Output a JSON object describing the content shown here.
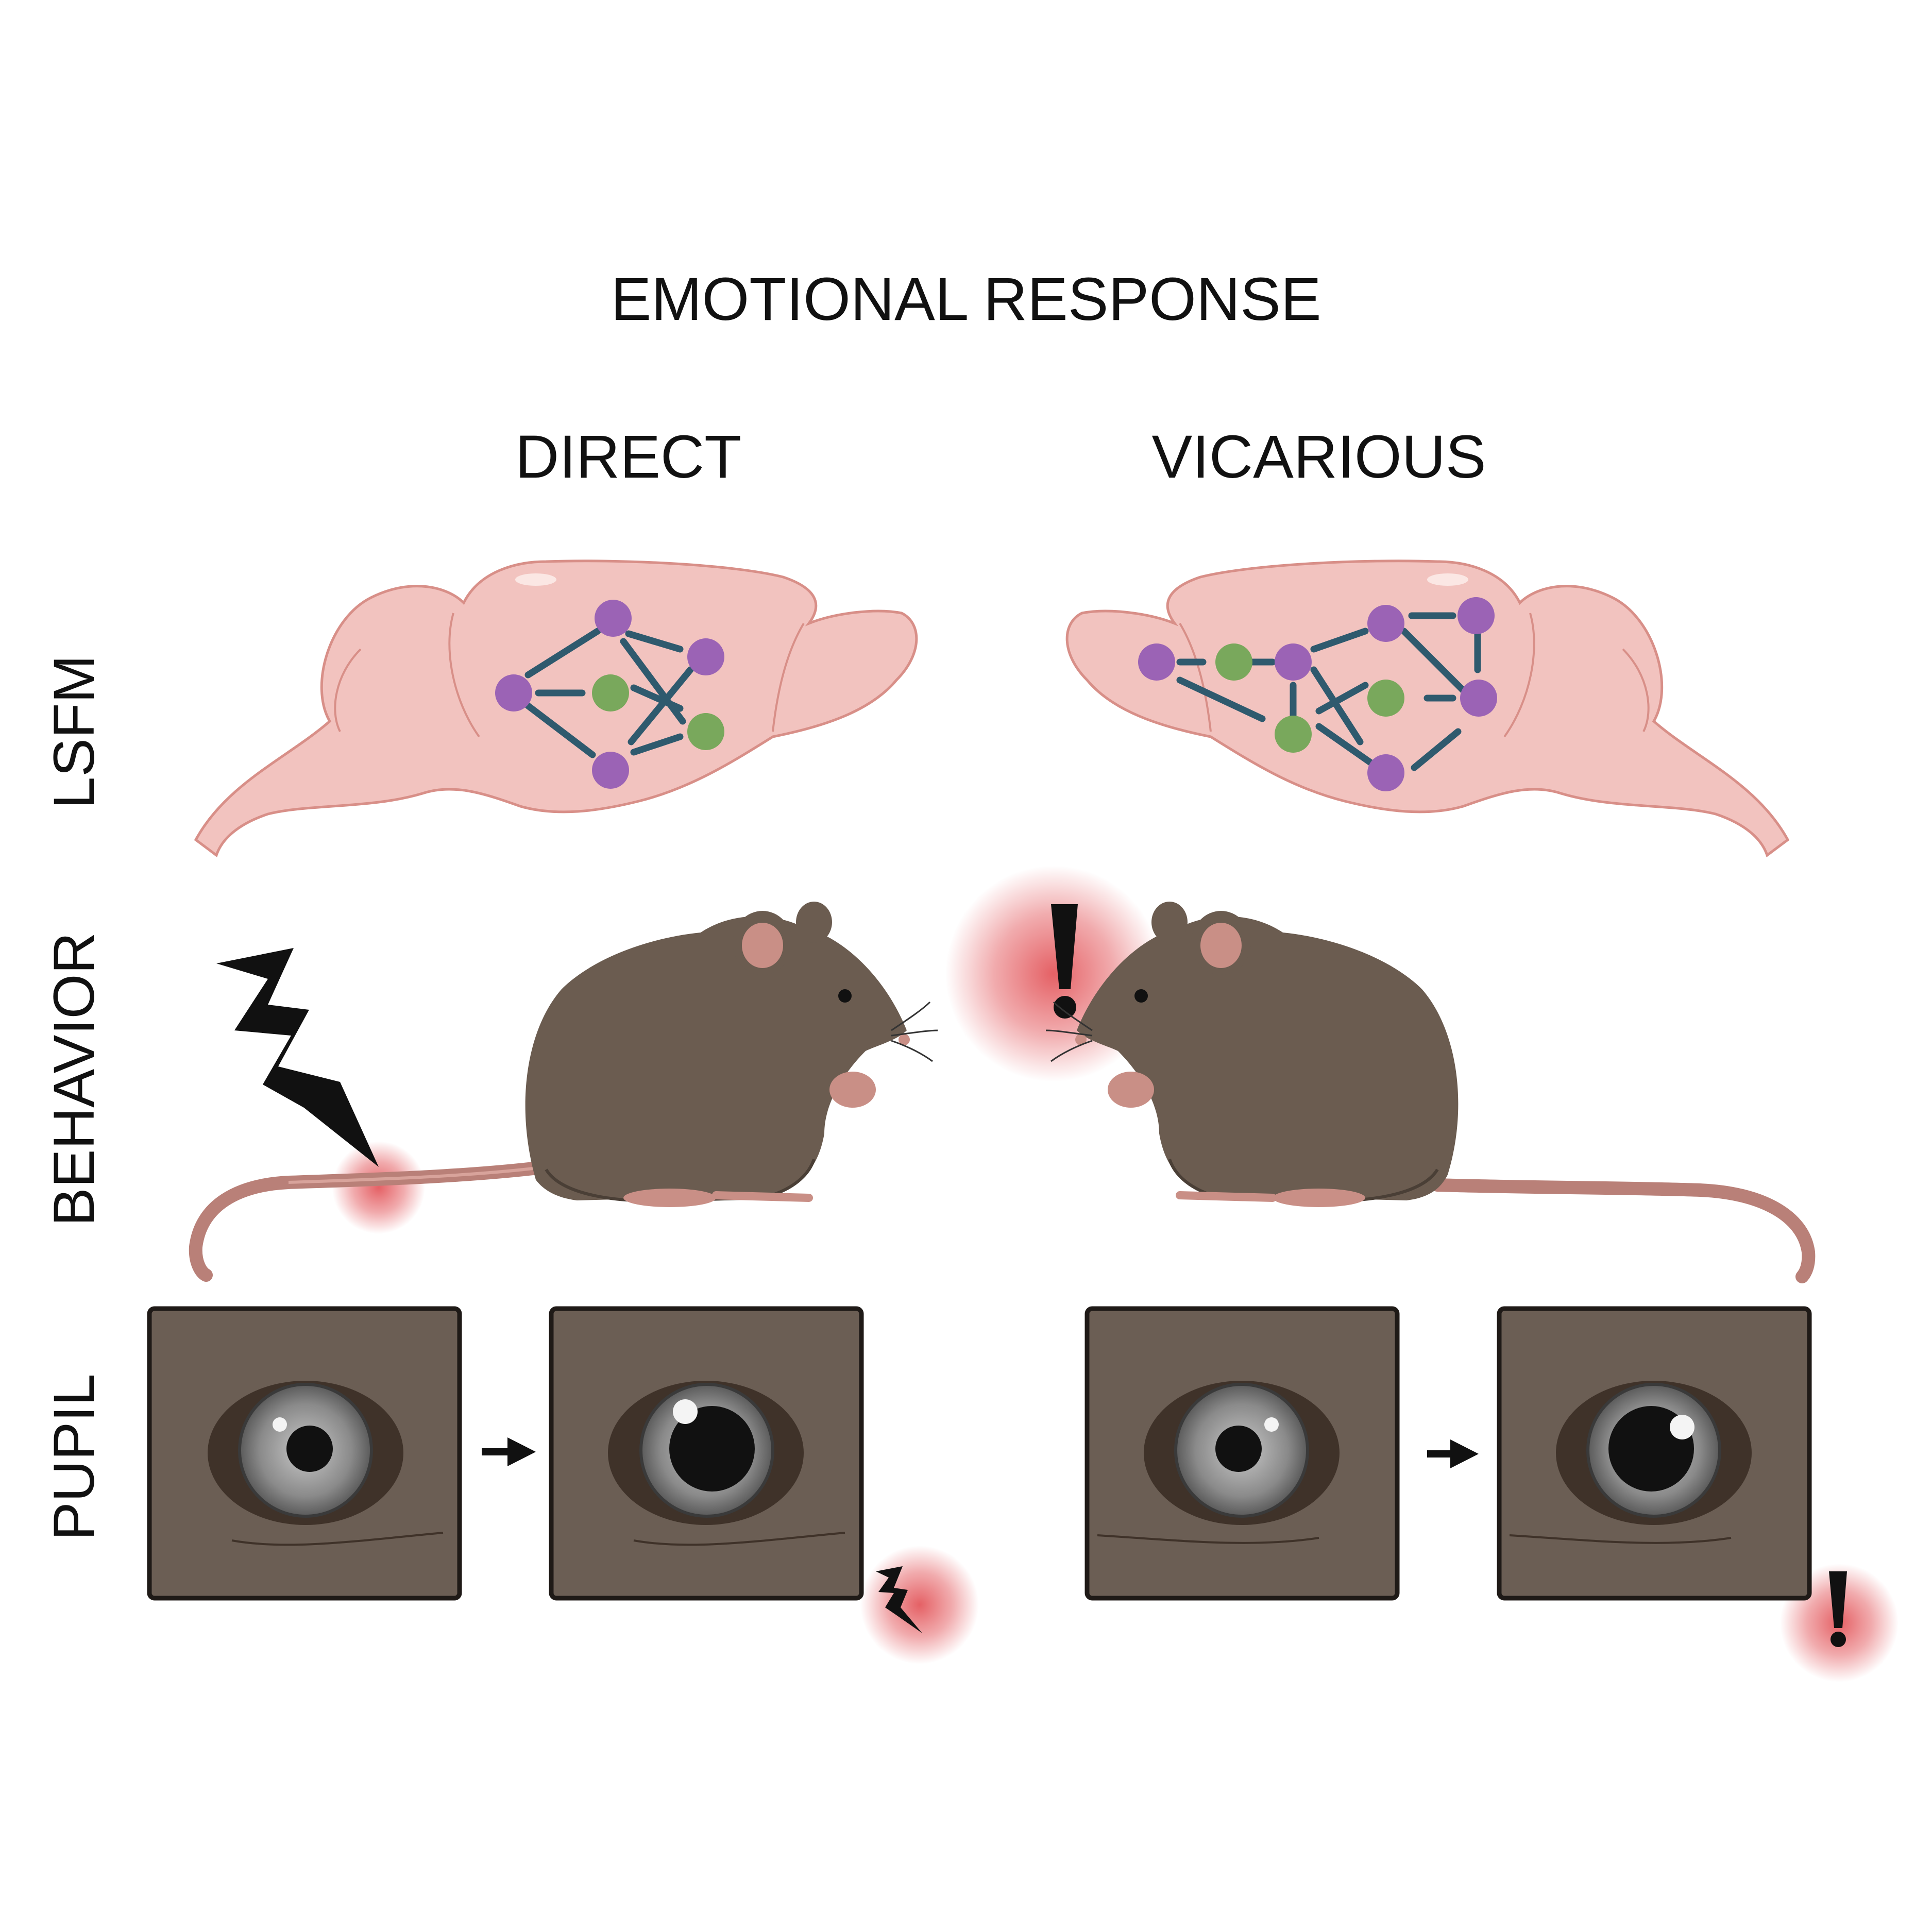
{
  "title": "EMOTIONAL RESPONSE",
  "columns": {
    "direct": "DIRECT",
    "vicarious": "VICARIOUS"
  },
  "rows": {
    "lsfm": "LSFM",
    "behavior": "BEHAVIOR",
    "pupil": "PUPIL"
  },
  "colors": {
    "brain_fill": "#f2c3bf",
    "brain_stroke": "#d88f88",
    "node_purple": "#9b63b5",
    "node_green": "#79a85c",
    "edge": "#2f5a6e",
    "mouse_body": "#6b5c50",
    "mouse_dark": "#4a3f36",
    "mouse_pink": "#c98f86",
    "panel_bg": "#6b5e54",
    "panel_border": "#1f1a17",
    "glow": "#e0454a",
    "icon": "#111111"
  },
  "pupil_panels": [
    {
      "group": "direct",
      "state": "baseline",
      "pupil_size": "small"
    },
    {
      "group": "direct",
      "state": "after-shock",
      "pupil_size": "dilated"
    },
    {
      "group": "vicarious",
      "state": "baseline",
      "pupil_size": "small"
    },
    {
      "group": "vicarious",
      "state": "after-alarm",
      "pupil_size": "dilated"
    }
  ]
}
